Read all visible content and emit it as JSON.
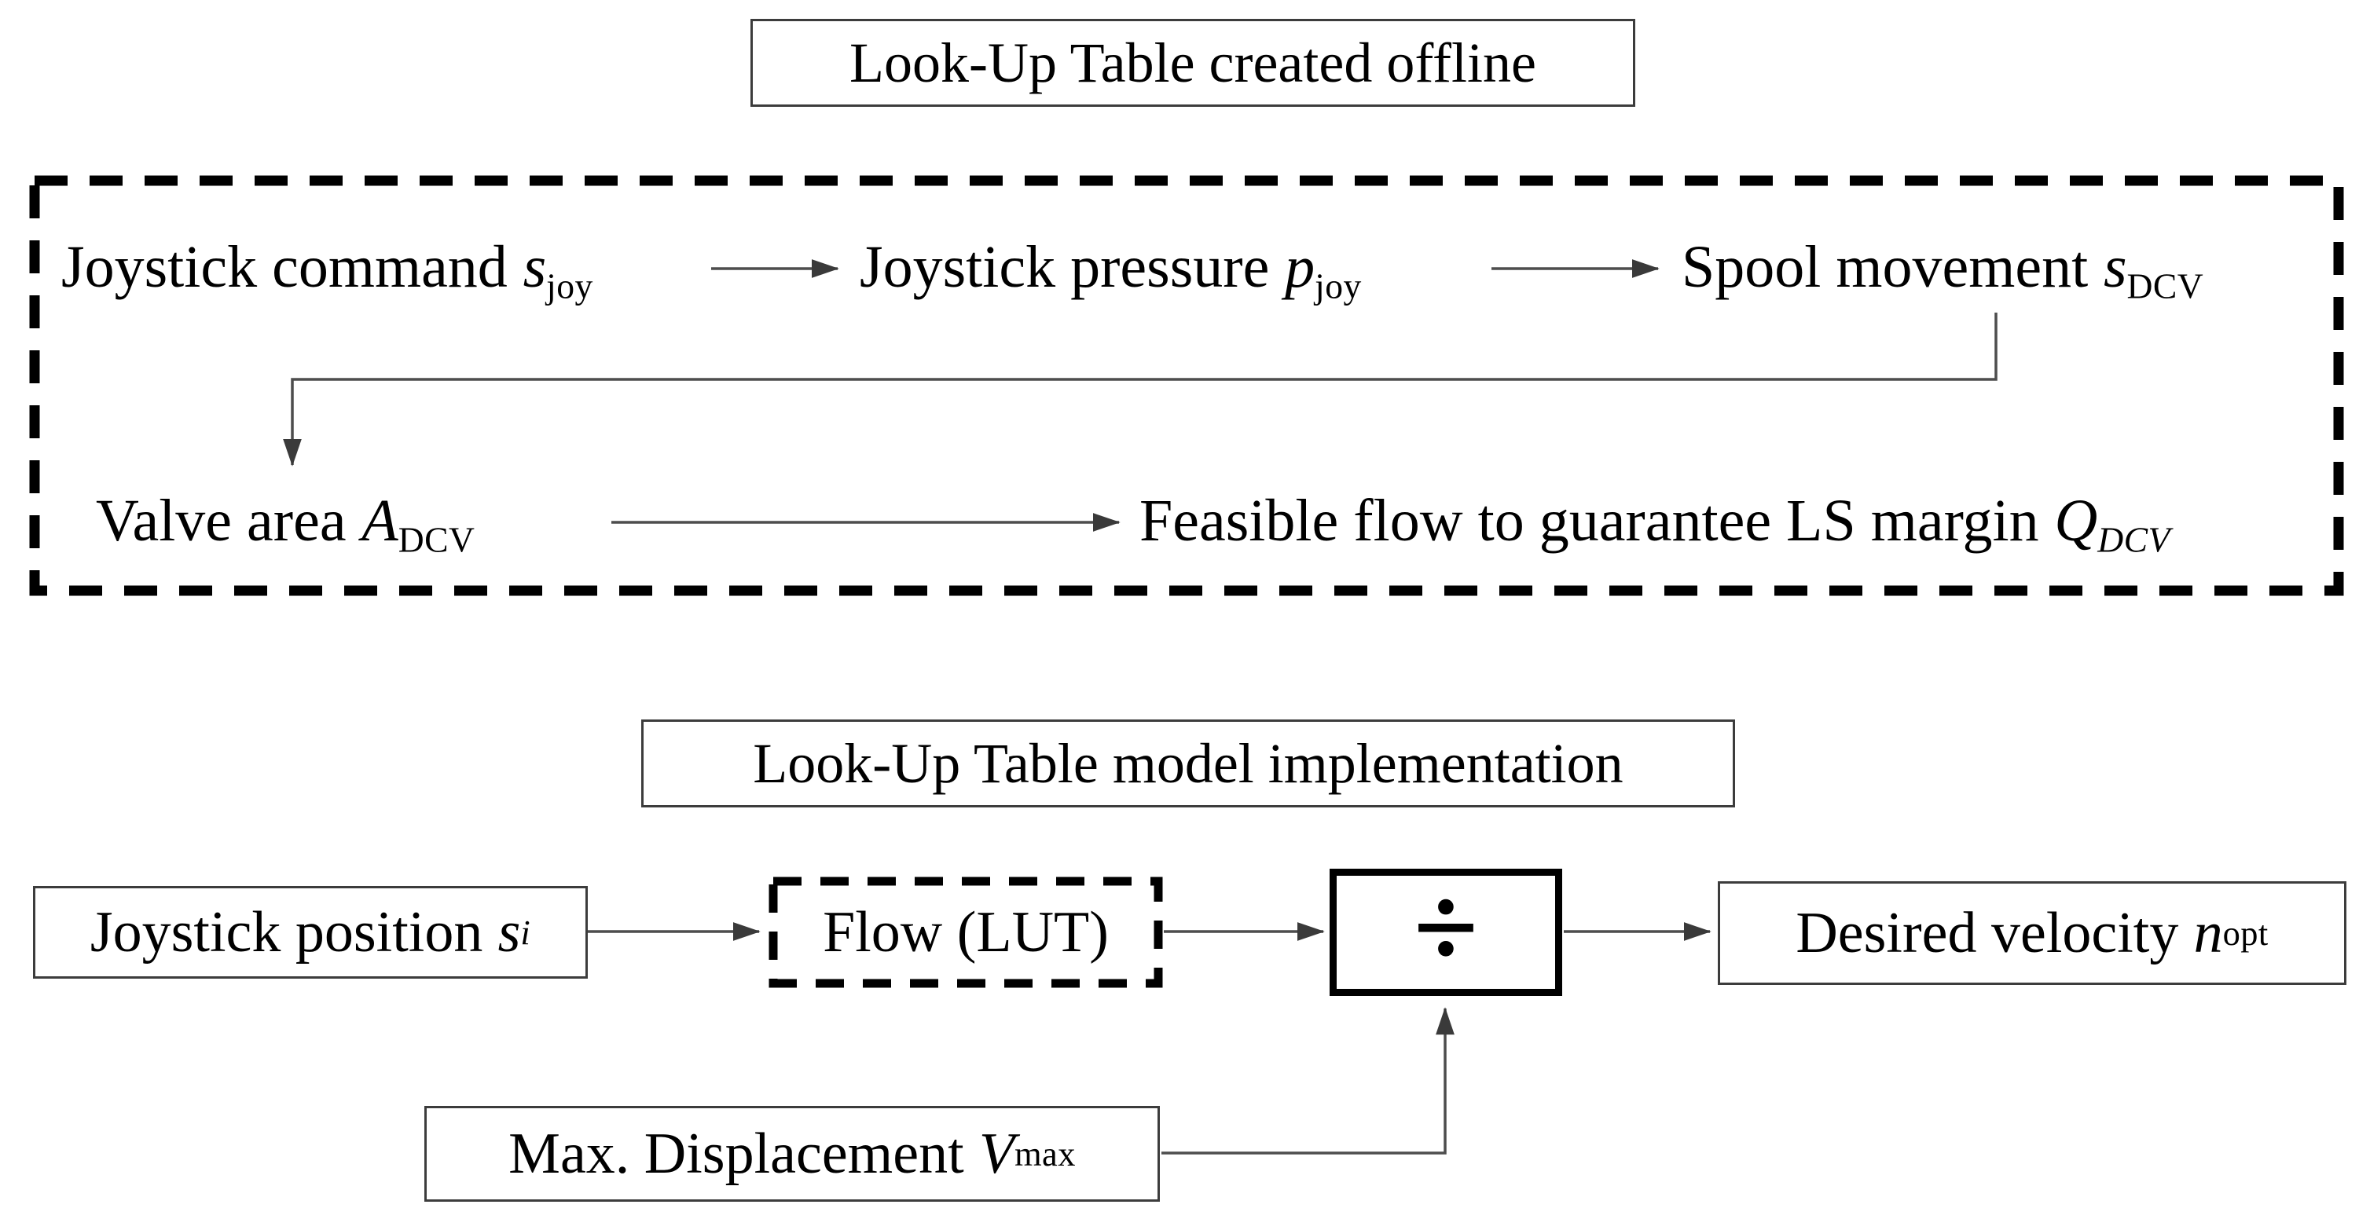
{
  "offline": {
    "title": "Look-Up Table created offline",
    "joystick_command": {
      "label": "Joystick command",
      "var": "s",
      "sub": "joy"
    },
    "joystick_pressure": {
      "label": "Joystick pressure",
      "var": "p",
      "sub": "joy"
    },
    "spool_movement": {
      "label": "Spool movement",
      "var": "s",
      "sub": "DCV"
    },
    "valve_area": {
      "label": "Valve area",
      "var": "A",
      "sub": "DCV"
    },
    "feasible_flow": {
      "label": "Feasible flow to guarantee LS margin",
      "var": "Q",
      "sub": "DCV"
    }
  },
  "implementation": {
    "title": "Look-Up Table model implementation",
    "joystick_position": {
      "label": "Joystick position",
      "var": "s",
      "sub": "i"
    },
    "flow_lut": {
      "label": "Flow (LUT)"
    },
    "divider": {
      "symbol": "÷"
    },
    "desired_velocity": {
      "label": "Desired velocity",
      "var": "n",
      "sub": "opt"
    },
    "max_displacement": {
      "label": "Max. Displacement",
      "var": "V",
      "sub": "max"
    }
  },
  "colors": {
    "line": "#4d4d4d",
    "dash_border": "#000000",
    "box_border": "#3c3c3c",
    "text": "#000000",
    "background": "#ffffff"
  }
}
